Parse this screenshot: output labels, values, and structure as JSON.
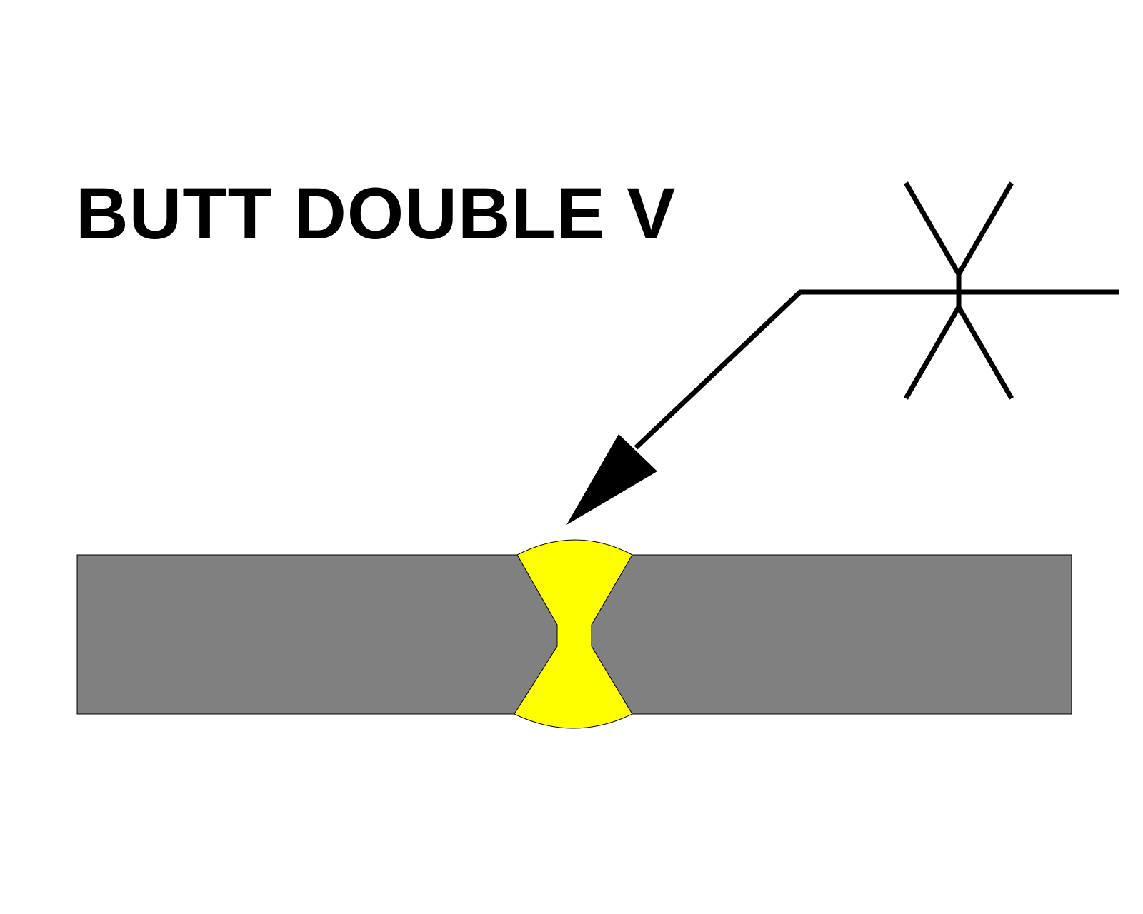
{
  "title": "BUTT DOUBLE V",
  "colors": {
    "background": "#ffffff",
    "plate": "#808080",
    "weld": "#ffff00",
    "line": "#000000"
  },
  "symbol": {
    "type": "double-v-groove-weld",
    "arrow": "points-to-weld-joint"
  }
}
